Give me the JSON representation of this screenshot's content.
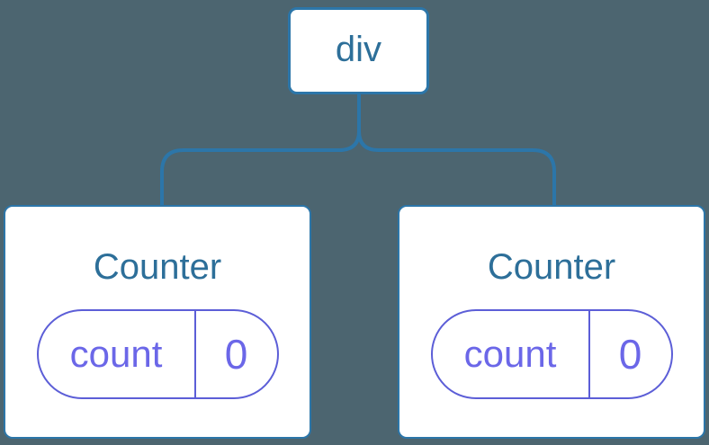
{
  "diagram": {
    "type": "component-tree",
    "root": {
      "label": "div"
    },
    "children": [
      {
        "title": "Counter",
        "state": {
          "key": "count",
          "value": "0"
        }
      },
      {
        "title": "Counter",
        "state": {
          "key": "count",
          "value": "0"
        }
      }
    ]
  },
  "colors": {
    "background": "#4C6570",
    "tree_line_blue": "#2C76A9",
    "node_text_blue": "#2D6F99",
    "state_border_purple": "#5C5ED7",
    "state_text_purple": "#6B67E8",
    "card_background": "#FFFFFF"
  }
}
